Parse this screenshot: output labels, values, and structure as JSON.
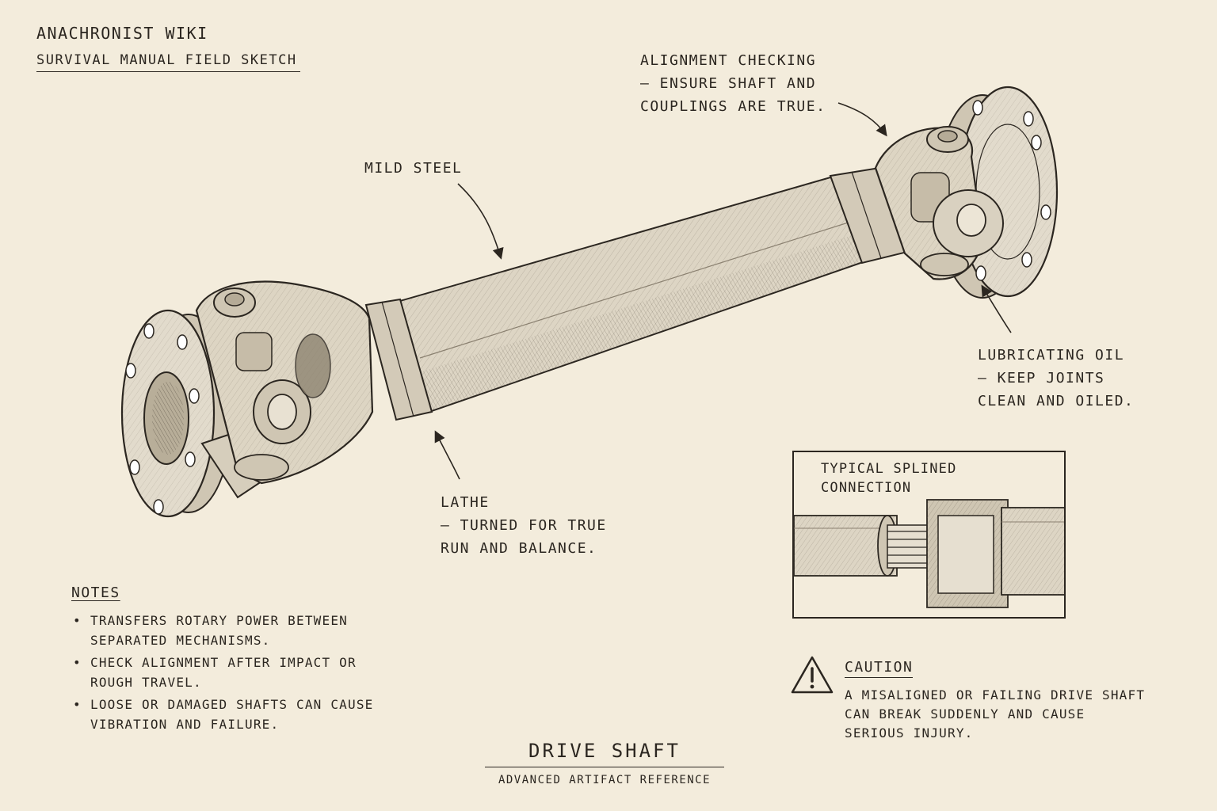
{
  "header": {
    "title": "Anachronist Wiki",
    "subtitle": "Survival Manual Field Sketch"
  },
  "callouts": {
    "alignment": "Alignment checking\n– ensure shaft and\ncouplings are true.",
    "mild_steel": "Mild steel",
    "lubricating_oil": "Lubricating oil\n– keep joints\nclean and oiled.",
    "lathe": "Lathe\n– turned for true\nrun and balance."
  },
  "inset": {
    "title": "Typical splined\nconnection"
  },
  "notes": {
    "title": "Notes",
    "items": [
      "Transfers rotary power between separated mechanisms.",
      "Check alignment after impact or rough travel.",
      "Loose or damaged shafts can cause vibration and failure."
    ]
  },
  "caution": {
    "title": "Caution",
    "text": "A misaligned or failing drive shaft can break suddenly and cause serious injury."
  },
  "footer": {
    "title": "Drive Shaft",
    "subtitle": "Advanced Artifact Reference"
  },
  "colors": {
    "paper": "#f3ecdc",
    "ink": "#2b2620",
    "metal": "#d9d1c1"
  }
}
